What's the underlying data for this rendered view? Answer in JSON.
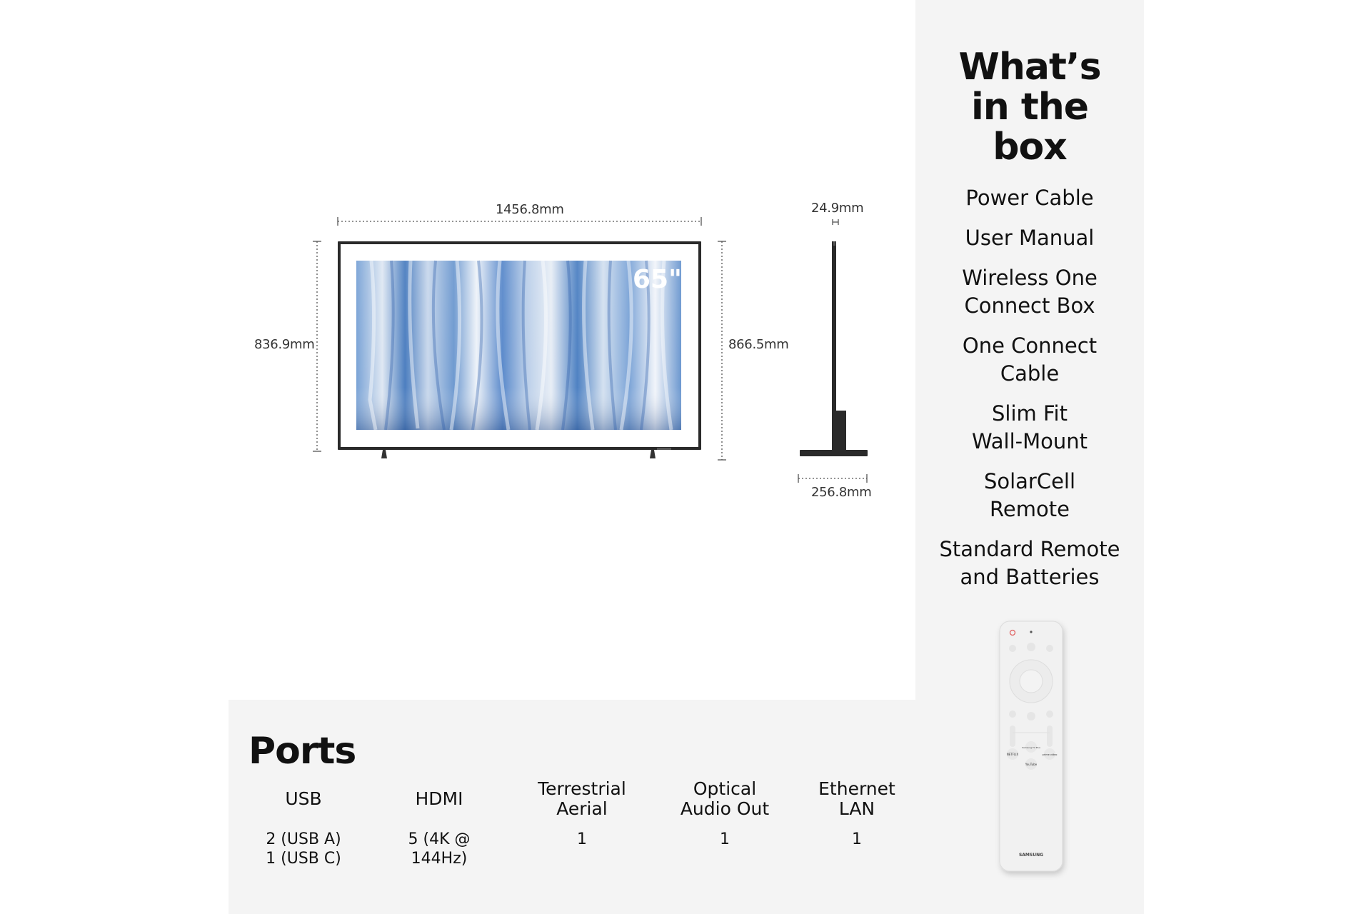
{
  "tv_diagram": {
    "screen_size_badge": "65\"",
    "width": "1456.8mm",
    "height_without_stand": "836.9mm",
    "height_with_stand": "866.5mm",
    "depth": "24.9mm",
    "stand_depth": "256.8mm"
  },
  "box": {
    "title_lines": [
      "What’s",
      "in the",
      "box"
    ],
    "items": [
      [
        "Power Cable"
      ],
      [
        "User Manual"
      ],
      [
        "Wireless One",
        "Connect Box"
      ],
      [
        "One Connect",
        "Cable"
      ],
      [
        "Slim Fit",
        "Wall-Mount"
      ],
      [
        "SolarCell",
        "Remote"
      ],
      [
        "Standard Remote",
        "and Batteries"
      ]
    ]
  },
  "remote": {
    "brand": "SAMSUNG",
    "buttons": [
      "NETFLIX",
      "YouTube",
      "prime video",
      "Samsung TV Plus"
    ]
  },
  "ports": {
    "title": "Ports",
    "columns": [
      {
        "label": [
          "USB"
        ],
        "value": [
          "2 (USB A)",
          "1 (USB C)"
        ]
      },
      {
        "label": [
          "HDMI"
        ],
        "value": [
          "5 (4K @ 144Hz)"
        ]
      },
      {
        "label": [
          "Terrestrial",
          "Aerial"
        ],
        "value": [
          "1"
        ]
      },
      {
        "label": [
          "Optical",
          "Audio Out"
        ],
        "value": [
          "1"
        ]
      },
      {
        "label": [
          "Ethernet",
          "LAN"
        ],
        "value": [
          "1"
        ]
      }
    ]
  },
  "colors": {
    "panel_background": "#f4f4f4",
    "frame": "#2a2a2a",
    "text": "#111111"
  }
}
